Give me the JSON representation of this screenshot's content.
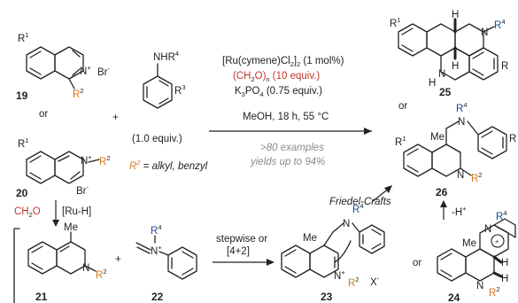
{
  "compounds": {
    "c19": "19",
    "c20": "20",
    "c21": "21",
    "c22": "22",
    "c23": "23",
    "c24": "24",
    "c25": "25",
    "c26": "26"
  },
  "substituents": {
    "R1": "R",
    "R1_sup": "1",
    "R2": "R",
    "R2_sup": "2",
    "R3": "R",
    "R3_sup": "3",
    "R4": "R",
    "R4_sup": "4",
    "R": "R",
    "N": "N",
    "H": "H",
    "Me": "Me",
    "Br": "Br",
    "minus": "-",
    "plus": "+",
    "X": "X",
    "NHR4": "NHR"
  },
  "text": {
    "or": "or",
    "plus": "+",
    "amine_equiv": "(1.0 equiv.)",
    "r2_def_pre": "R",
    "r2_def_post": " = alkyl, benzyl",
    "cond_catalyst_a": "[Ru(cymene)Cl",
    "cond_catalyst_b": "]",
    "cond_catalyst_c": " (1 mol%)",
    "cond_ch2o_a": "(CH",
    "cond_ch2o_b": "O)",
    "cond_ch2o_c": " (10 equiv.)",
    "cond_base_a": "K",
    "cond_base_b": "PO",
    "cond_base_c": " (0.75 equiv.)",
    "cond_solvent": "MeOH, 18 h, 55 °C",
    "scope1": ">80 examples",
    "scope2": "yields up to 94%",
    "ch2o": "CH",
    "ch2o_b": "O",
    "ru_h": "[Ru-H]",
    "stepwise1": "stepwise or",
    "stepwise2": "[4+2]",
    "friedel": "Friedel-Crafts",
    "minus_h": "-H",
    "minus_h_sup": "+"
  }
}
